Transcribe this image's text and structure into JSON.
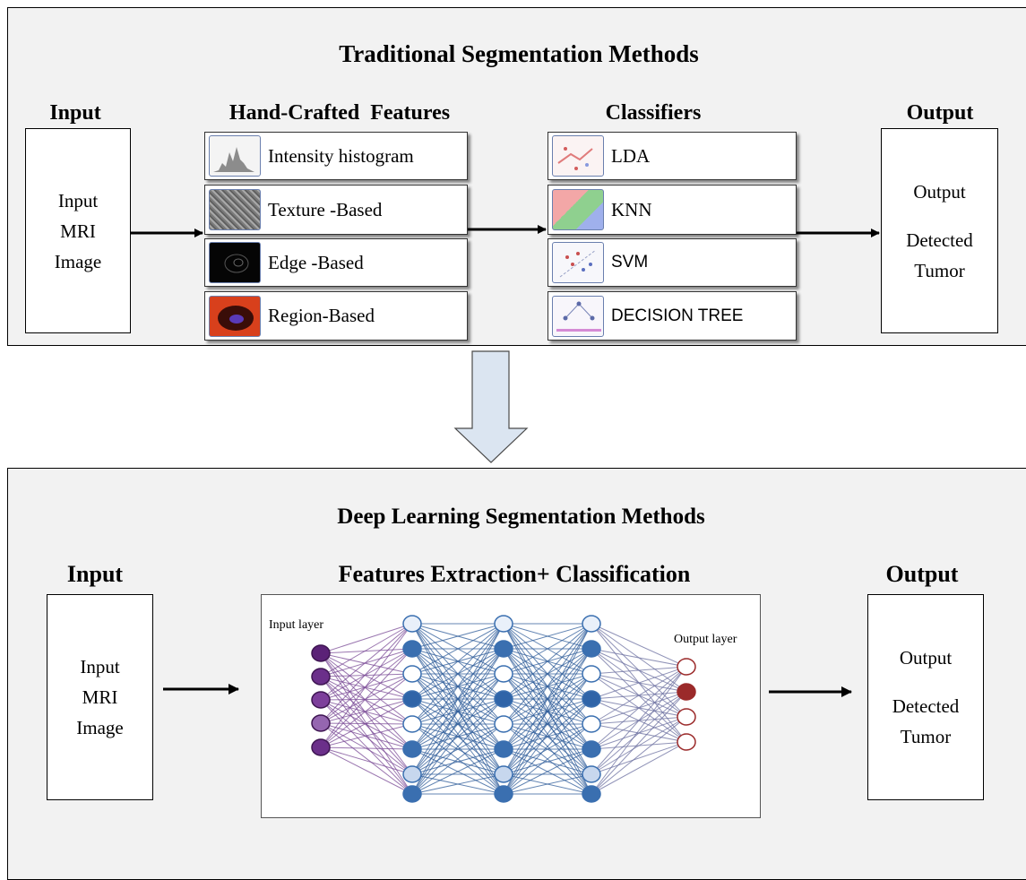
{
  "traditional": {
    "title": "Traditional Segmentation Methods",
    "input": {
      "heading": "Input",
      "lines": [
        "Input",
        "MRI",
        "Image"
      ]
    },
    "features": {
      "heading": "Hand-Crafted  Features",
      "items": [
        "Intensity histogram",
        "Texture -Based",
        "Edge -Based",
        "Region-Based"
      ]
    },
    "classifiers": {
      "heading": "Classifiers",
      "items": [
        "LDA",
        "KNN",
        "SVM",
        "DECISION TREE"
      ]
    },
    "output": {
      "heading": "Output",
      "lines": [
        "Output",
        "Detected",
        "Tumor"
      ]
    }
  },
  "deep": {
    "title": "Deep Learning Segmentation Methods",
    "input": {
      "heading": "Input",
      "lines": [
        "Input",
        "MRI",
        "Image"
      ]
    },
    "network": {
      "heading": "Features Extraction+ Classification",
      "input_layer_label": "Input layer",
      "output_layer_label": "Output layer"
    },
    "output": {
      "heading": "Output",
      "lines": [
        "Output",
        "Detected",
        "Tumor"
      ]
    }
  },
  "colors": {
    "panel": "#f2f2f2",
    "down_arrow": "#dbe5f1",
    "input_node": "#6b2f8a",
    "hidden_node": "#3a6fb0",
    "output_node": "#9b2a2a"
  }
}
